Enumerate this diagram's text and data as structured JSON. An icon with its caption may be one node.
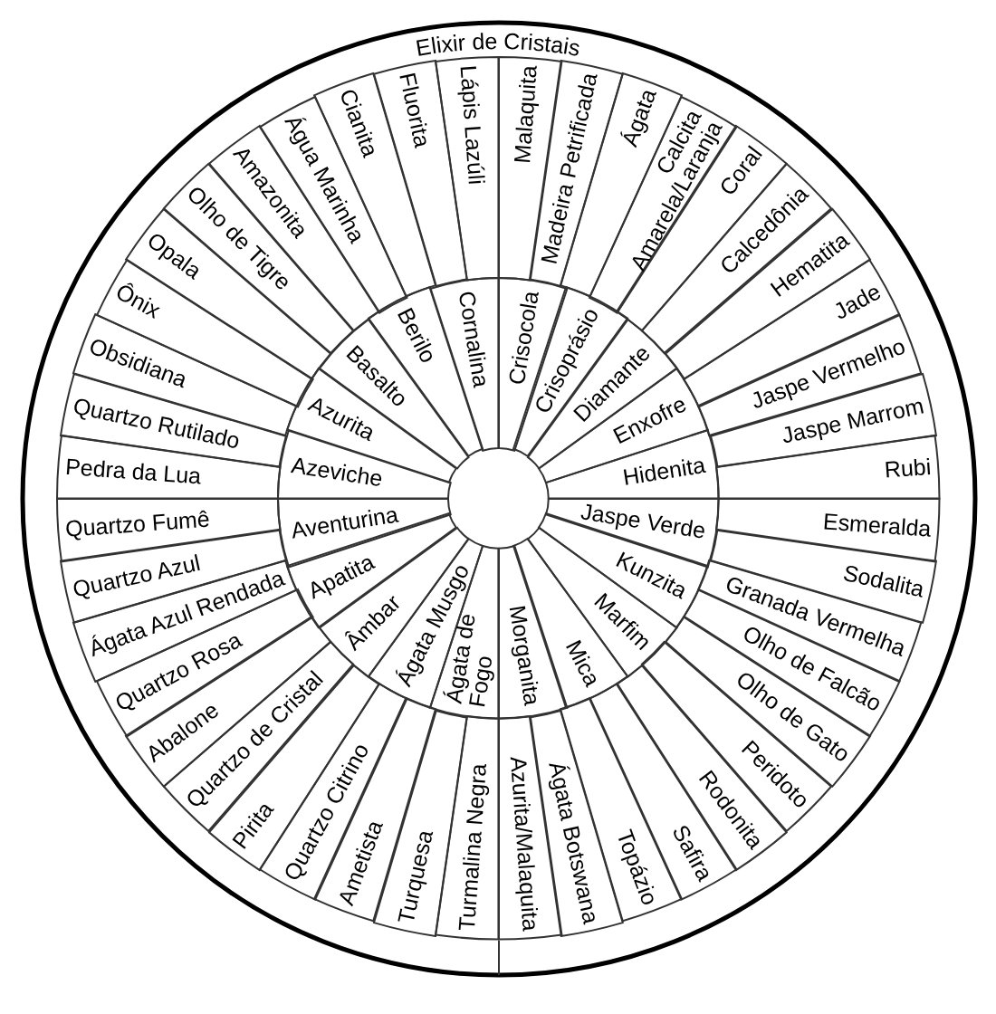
{
  "diagram": {
    "title": "Elixir de Cristais",
    "nodes": [
      {
        "text": [
          "Malaquita"
        ]
      },
      {
        "text": [
          "Madeira Petrificada"
        ]
      },
      {
        "text": [
          "Ágata"
        ]
      },
      {
        "text": [
          "Calcita Amarela/Laranja"
        ]
      },
      {
        "text": [
          "Coral"
        ]
      },
      {
        "text": [
          "Calcedônia"
        ]
      },
      {
        "text": [
          "Hematita"
        ]
      },
      {
        "text": [
          "Jade"
        ]
      },
      {
        "text": [
          "Jaspe Vermelho"
        ]
      },
      {
        "text": [
          "Jaspe Marrom"
        ]
      },
      {
        "text": [
          "Rubi"
        ]
      },
      {
        "text": [
          "Esmeralda"
        ]
      },
      {
        "text": [
          "Sodalita"
        ]
      },
      {
        "text": [
          "Granada Vermelha"
        ]
      },
      {
        "text": [
          "Olho de Falcão"
        ]
      },
      {
        "text": [
          "Olho de Gato"
        ]
      },
      {
        "text": [
          "Peridoto"
        ]
      },
      {
        "text": [
          "Rodonita"
        ]
      },
      {
        "text": [
          "Safira"
        ]
      },
      {
        "text": [
          "Topázio"
        ]
      },
      {
        "text": [
          "Ágata Botswana"
        ]
      },
      {
        "text": [
          "Azurita/Malaquita"
        ]
      },
      {
        "text": [
          "Turmalina Negra"
        ]
      },
      {
        "text": [
          "Turquesa"
        ]
      },
      {
        "text": [
          "Ametista"
        ]
      },
      {
        "text": [
          "Quartzo Citrino"
        ]
      },
      {
        "text": [
          "Pirita"
        ]
      },
      {
        "text": [
          "Quartzo de Cristal"
        ]
      },
      {
        "text": [
          "Abalone"
        ]
      },
      {
        "text": [
          "Quartzo Rosa"
        ]
      },
      {
        "text": [
          "Ágata Azul Rendada"
        ]
      },
      {
        "text": [
          "Quartzo Azul"
        ]
      },
      {
        "text": [
          "Quartzo Fumê"
        ]
      },
      {
        "text": [
          "Pedra da Lua"
        ]
      },
      {
        "text": [
          "Quartzo Rutilado"
        ]
      },
      {
        "text": [
          "Obsidiana"
        ]
      },
      {
        "text": [
          "Ônix"
        ]
      },
      {
        "text": [
          "Opala"
        ]
      },
      {
        "text": [
          "Olho de Tigre"
        ]
      },
      {
        "text": [
          "Amazonita"
        ]
      },
      {
        "text": [
          "Água Marinha"
        ]
      },
      {
        "text": [
          "Cianita"
        ]
      },
      {
        "text": [
          "Fluorita"
        ]
      },
      {
        "text": [
          "Lápis Lazúli"
        ]
      },
      {
        "text": [
          "Crisocola"
        ]
      },
      {
        "text": [
          "Crisoprásio"
        ]
      },
      {
        "text": [
          "Diamante"
        ]
      },
      {
        "text": [
          "Enxofre"
        ]
      },
      {
        "text": [
          "Hidenita"
        ]
      },
      {
        "text": [
          "Jaspe Verde"
        ]
      },
      {
        "text": [
          "Kunzita"
        ]
      },
      {
        "text": [
          "Marfim"
        ]
      },
      {
        "text": [
          "Mica"
        ]
      },
      {
        "text": [
          "Morganita"
        ]
      },
      {
        "text": [
          "Ágata de Fogo"
        ]
      },
      {
        "text": [
          "Ágata Musgo"
        ]
      },
      {
        "text": [
          "Âmbar"
        ]
      },
      {
        "text": [
          "Apatita"
        ]
      },
      {
        "text": [
          "Aventurina"
        ]
      },
      {
        "text": [
          "Azeviche"
        ]
      },
      {
        "text": [
          "Azurita"
        ]
      },
      {
        "text": [
          "Basalto"
        ]
      },
      {
        "text": [
          "Berilo"
        ]
      },
      {
        "text": [
          "Cornalina"
        ]
      }
    ]
  }
}
